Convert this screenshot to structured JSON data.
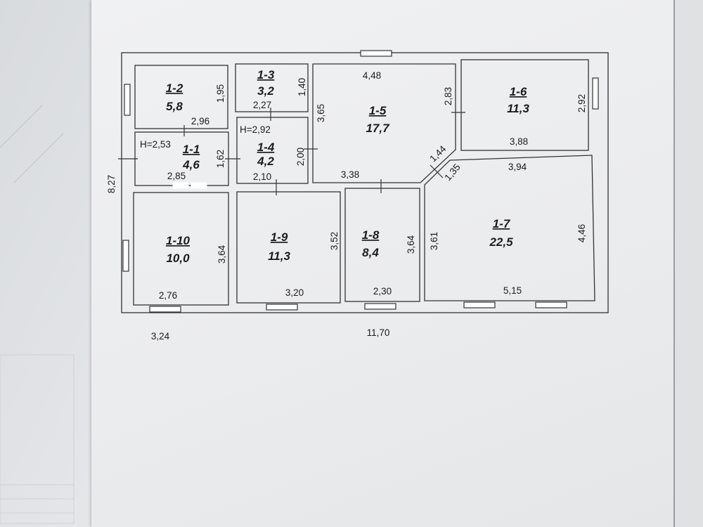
{
  "rooms": [
    {
      "id": "1-1",
      "area": "4,6"
    },
    {
      "id": "1-2",
      "area": "5,8"
    },
    {
      "id": "1-3",
      "area": "3,2"
    },
    {
      "id": "1-4",
      "area": "4,2"
    },
    {
      "id": "1-5",
      "area": "17,7"
    },
    {
      "id": "1-6",
      "area": "11,3"
    },
    {
      "id": "1-7",
      "area": "22,5"
    },
    {
      "id": "1-8",
      "area": "8,4"
    },
    {
      "id": "1-9",
      "area": "11,3"
    },
    {
      "id": "1-10",
      "area": "10,0"
    }
  ],
  "heights": {
    "room_1_1": "H=2,53",
    "room_1_4": "H=2,92"
  },
  "dimensions": {
    "d_1_2_side": "1,95",
    "d_1_2_bottom": "2,96",
    "d_1_3_side": "1,40",
    "d_1_3_bottom": "2,27",
    "d_1_1_side": "1,62",
    "d_1_1_bottom": "2,85",
    "d_1_4_side": "2,00",
    "d_1_4_bottom": "2,10",
    "d_1_5_top": "4,48",
    "d_1_5_left": "3,65",
    "d_1_5_right": "2,83",
    "d_1_5_bottom": "3,38",
    "d_1_5_diag1": "1,44",
    "d_1_5_diag2": "1,35",
    "d_1_6_side": "2,92",
    "d_1_6_bottom": "3,88",
    "d_1_7_top": "3,94",
    "d_1_7_left": "3,61",
    "d_1_7_right": "4,46",
    "d_1_7_bottom": "5,15",
    "d_1_8_side": "3,64",
    "d_1_8_bottom": "2,30",
    "d_1_9_side": "3,52",
    "d_1_9_bottom": "3,20",
    "d_1_10_side": "3,64",
    "d_1_10_bottom": "2,76",
    "overall_width": "11,70",
    "overall_left": "3,24",
    "overall_height": "8,27"
  }
}
